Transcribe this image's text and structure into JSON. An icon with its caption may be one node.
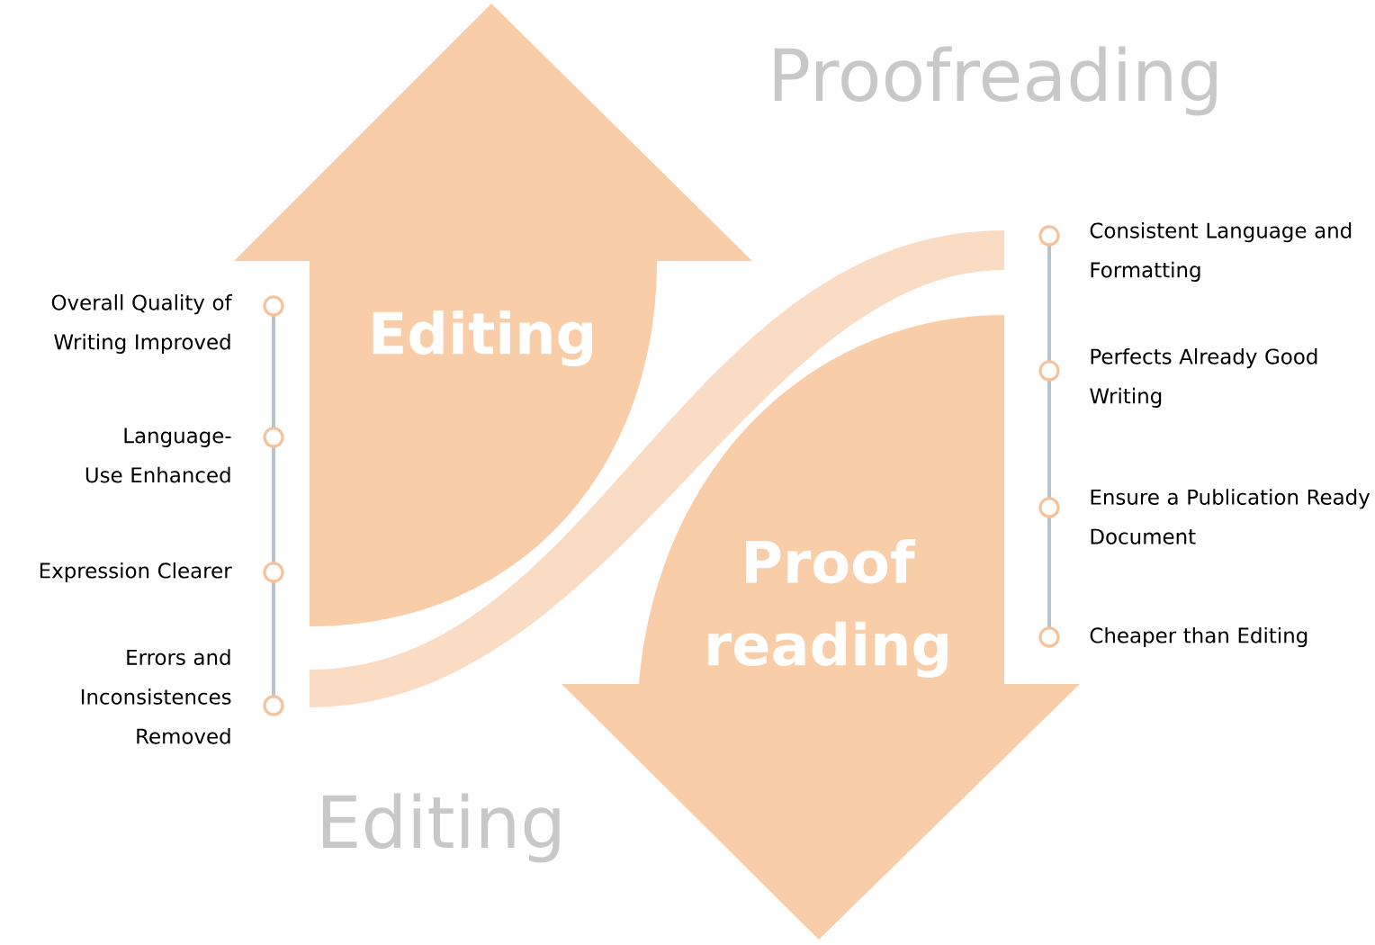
{
  "diagram": {
    "nodes": [
      {
        "text": [
          "Editing"
        ]
      },
      {
        "text": [
          "Proof reading"
        ]
      },
      {
        "text": [],
        "shape": "band"
      }
    ],
    "labels": [
      "Proofreading",
      "Overall Quality of Writing Improved",
      "Language-Use Enhanced",
      "Expression Clearer",
      "Errors and Inconsistences Removed",
      "Consistent Language and Formatting",
      "Perfects Already Good Writing",
      "Ensure a Publication Ready Document",
      "Cheaper than Editing",
      "Editing"
    ]
  }
}
